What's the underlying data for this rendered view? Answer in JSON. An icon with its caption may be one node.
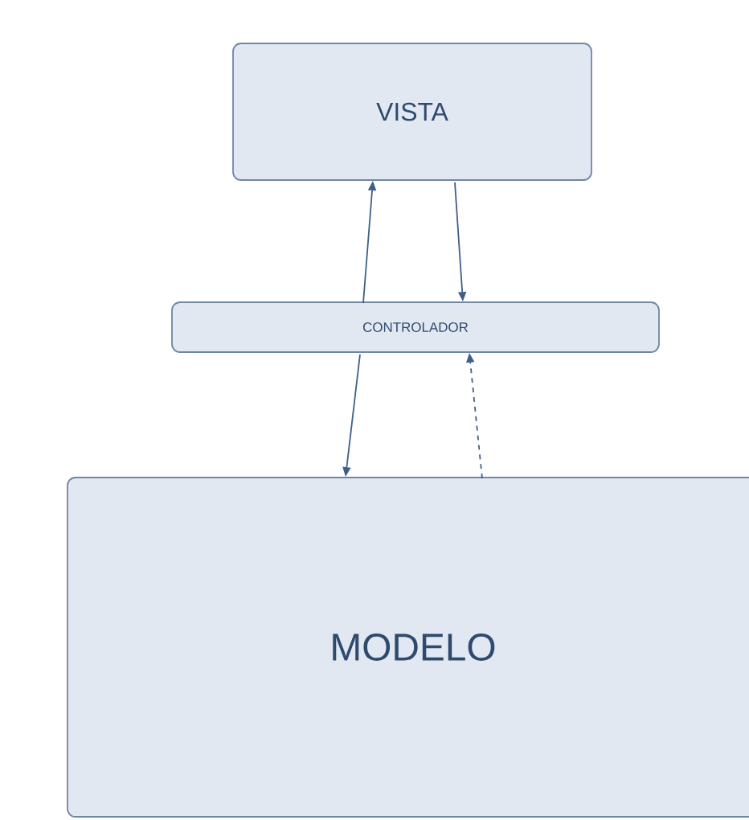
{
  "diagram": {
    "nodes": [
      {
        "text": [
          "VISTA"
        ]
      },
      {
        "text": [
          "CONTROLADOR"
        ]
      },
      {
        "text": [
          "MODELO"
        ]
      }
    ],
    "edges": [
      {
        "from": 1,
        "to": 0,
        "arrow": "to"
      },
      {
        "from": 0,
        "to": 1,
        "arrow": "to"
      },
      {
        "from": 1,
        "to": 2,
        "arrow": "to"
      },
      {
        "from": 2,
        "to": 1,
        "arrow": "to",
        "style": "dashed"
      }
    ]
  }
}
